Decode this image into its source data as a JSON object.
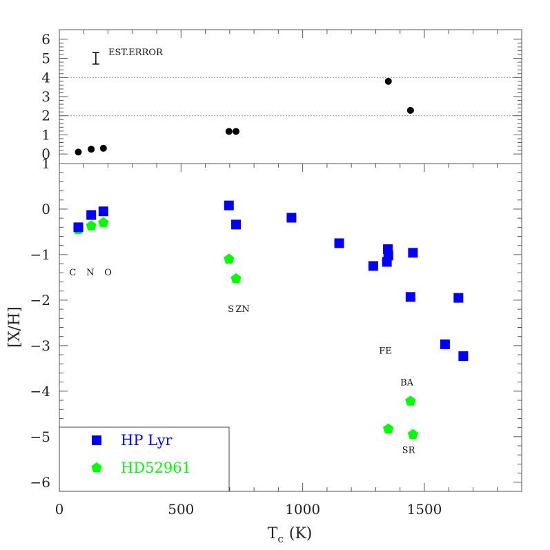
{
  "chart_data": [
    {
      "type": "scatter",
      "panel": "top",
      "xlabel": "",
      "ylabel": "",
      "xlim": [
        0,
        1900
      ],
      "ylim": [
        -0.5,
        6.5
      ],
      "yticks": [
        "0",
        "1",
        "2",
        "3",
        "4",
        "5",
        "6"
      ],
      "reference_lines": [
        2,
        4
      ],
      "error_bar": {
        "label": "EST.ERROR",
        "x": 150,
        "y_low": 4.7,
        "y_high": 5.3
      },
      "series": [
        {
          "color": "#000000",
          "marker": "circle",
          "points": [
            {
              "x": 78,
              "y": 0.1
            },
            {
              "x": 131,
              "y": 0.25
            },
            {
              "x": 181,
              "y": 0.3
            },
            {
              "x": 697,
              "y": 1.18
            },
            {
              "x": 726,
              "y": 1.18
            },
            {
              "x": 1352,
              "y": 3.8
            },
            {
              "x": 1443,
              "y": 2.28
            }
          ]
        }
      ]
    },
    {
      "type": "scatter",
      "panel": "bottom",
      "xlabel": "T_c (K)",
      "xlabel_main": "T",
      "xlabel_sub": "c",
      "xlabel_unit": "(K)",
      "ylabel": "[X/H]",
      "xlim": [
        0,
        1900
      ],
      "ylim": [
        -6.2,
        1.0
      ],
      "xticks": [
        "0",
        "500",
        "1000",
        "1500"
      ],
      "yticks": [
        "1",
        "0",
        "−1",
        "−2",
        "−3",
        "−4",
        "−5",
        "−6"
      ],
      "legend": {
        "placement": "bottom-left"
      },
      "annotations": [
        {
          "text": "C",
          "x": 55,
          "y": -1.38
        },
        {
          "text": "N",
          "x": 127,
          "y": -1.38
        },
        {
          "text": "O",
          "x": 200,
          "y": -1.38
        },
        {
          "text": "S",
          "x": 705,
          "y": -2.18
        },
        {
          "text": "ZN",
          "x": 753,
          "y": -2.18
        },
        {
          "text": "FE",
          "x": 1340,
          "y": -3.1
        },
        {
          "text": "BA",
          "x": 1428,
          "y": -3.8
        },
        {
          "text": "SR",
          "x": 1435,
          "y": -5.28
        }
      ],
      "series": [
        {
          "name": "HP Lyr",
          "color": "#0000ff",
          "marker": "square",
          "points": [
            {
              "x": 78,
              "y": -0.4
            },
            {
              "x": 131,
              "y": -0.13
            },
            {
              "x": 181,
              "y": -0.05
            },
            {
              "x": 697,
              "y": 0.08
            },
            {
              "x": 726,
              "y": -0.34
            },
            {
              "x": 954,
              "y": -0.19
            },
            {
              "x": 1150,
              "y": -0.75
            },
            {
              "x": 1290,
              "y": -1.25
            },
            {
              "x": 1346,
              "y": -1.16
            },
            {
              "x": 1350,
              "y": -0.88
            },
            {
              "x": 1352,
              "y": -1.02
            },
            {
              "x": 1453,
              "y": -0.96
            },
            {
              "x": 1443,
              "y": -1.93
            },
            {
              "x": 1585,
              "y": -2.97
            },
            {
              "x": 1640,
              "y": -1.95
            },
            {
              "x": 1660,
              "y": -3.23
            }
          ]
        },
        {
          "name": "HD52961",
          "color": "#00ff00",
          "marker": "pentagon",
          "points": [
            {
              "x": 78,
              "y": -0.45
            },
            {
              "x": 131,
              "y": -0.37
            },
            {
              "x": 181,
              "y": -0.3
            },
            {
              "x": 697,
              "y": -1.1
            },
            {
              "x": 726,
              "y": -1.53
            },
            {
              "x": 1352,
              "y": -4.83
            },
            {
              "x": 1443,
              "y": -4.22
            },
            {
              "x": 1453,
              "y": -4.95
            }
          ]
        }
      ]
    }
  ]
}
